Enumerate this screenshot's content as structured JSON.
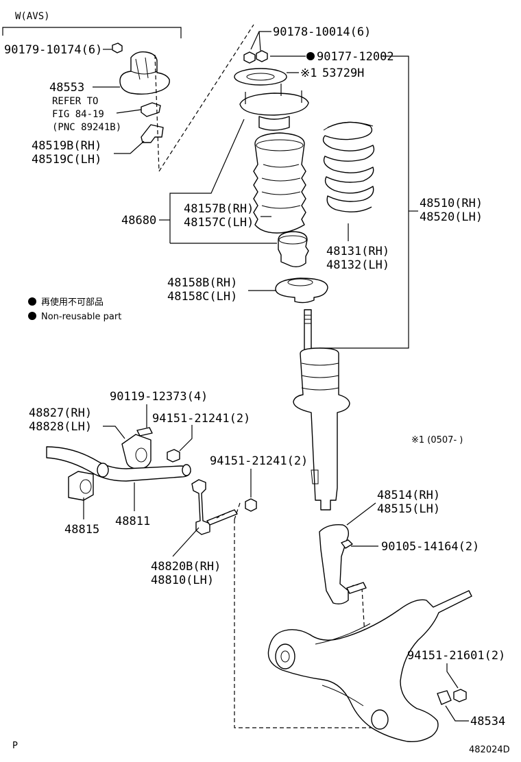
{
  "header": {
    "variant": "W(AVS)"
  },
  "labels": {
    "p90179": "90179-10174(6)",
    "p48553": "48553",
    "refer1": "REFER TO",
    "refer2": "FIG 84-19",
    "refer3": "(PNC 89241B)",
    "p48519b": "48519B(RH)",
    "p48519c": "48519C(LH)",
    "p90178": "90178-10014(6)",
    "p90177": "90177-12002",
    "p53729_mark": "※1",
    "p53729": "53729H",
    "p48680": "48680",
    "p48157b": "48157B(RH)",
    "p48157c": "48157C(LH)",
    "p48131": "48131(RH)",
    "p48132": "48132(LH)",
    "p48510": "48510(RH)",
    "p48520": "48520(LH)",
    "p48158b": "48158B(RH)",
    "p48158c": "48158C(LH)",
    "p90119": "90119-12373(4)",
    "p48827": "48827(RH)",
    "p48828": "48828(LH)",
    "p94151a": "94151-21241(2)",
    "p94151b": "94151-21241(2)",
    "p48815": "48815",
    "p48811": "48811",
    "p48820b": "48820B(RH)",
    "p48810": "48810(LH)",
    "p48514": "48514(RH)",
    "p48515": "48515(LH)",
    "p90105": "90105-14164(2)",
    "p94151c": "94151-21601(2)",
    "p48534": "48534",
    "note1": "※1 (0507-     )"
  },
  "legend": {
    "jp": "再使用不可部品",
    "en": "Non-reusable part"
  },
  "footer": {
    "corner": "P",
    "ref": "482024D"
  }
}
